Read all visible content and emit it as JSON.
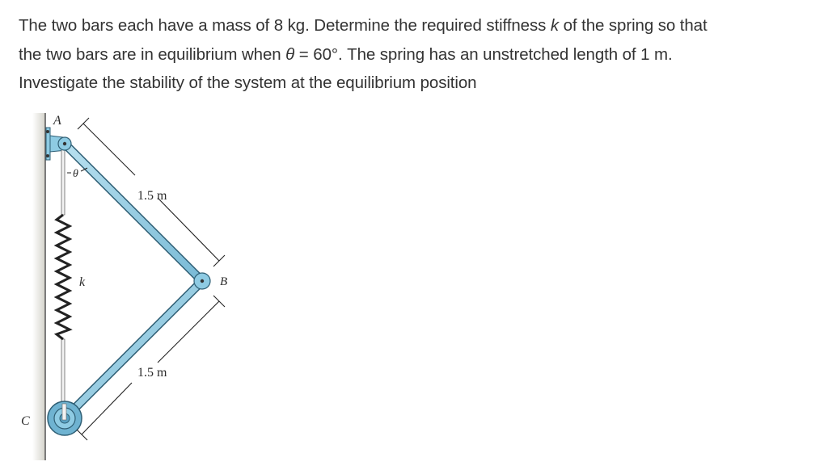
{
  "problem": {
    "line1": {
      "pre": "The two bars each have a mass of 8 kg. Determine the required stiffness ",
      "var": "k",
      "post": " of the spring so that"
    },
    "line2": {
      "pre": "the two bars are in equilibrium when ",
      "var": "θ",
      "post": " = 60°. The spring has an unstretched length of 1 m."
    },
    "line3": "Investigate the stability of the system at the equilibrium position"
  },
  "figure": {
    "point_labels": {
      "a": "A",
      "b": "B",
      "c": "C"
    },
    "spring_label": "k",
    "angle_label": "θ",
    "dimensions": {
      "upper_bar": "1.5 m",
      "lower_bar": "1.5 m"
    },
    "colors": {
      "bar": "#8ecbe3",
      "bar_edge": "#2f5f75",
      "wall": "#d9d8d0",
      "text": "#333333"
    }
  }
}
